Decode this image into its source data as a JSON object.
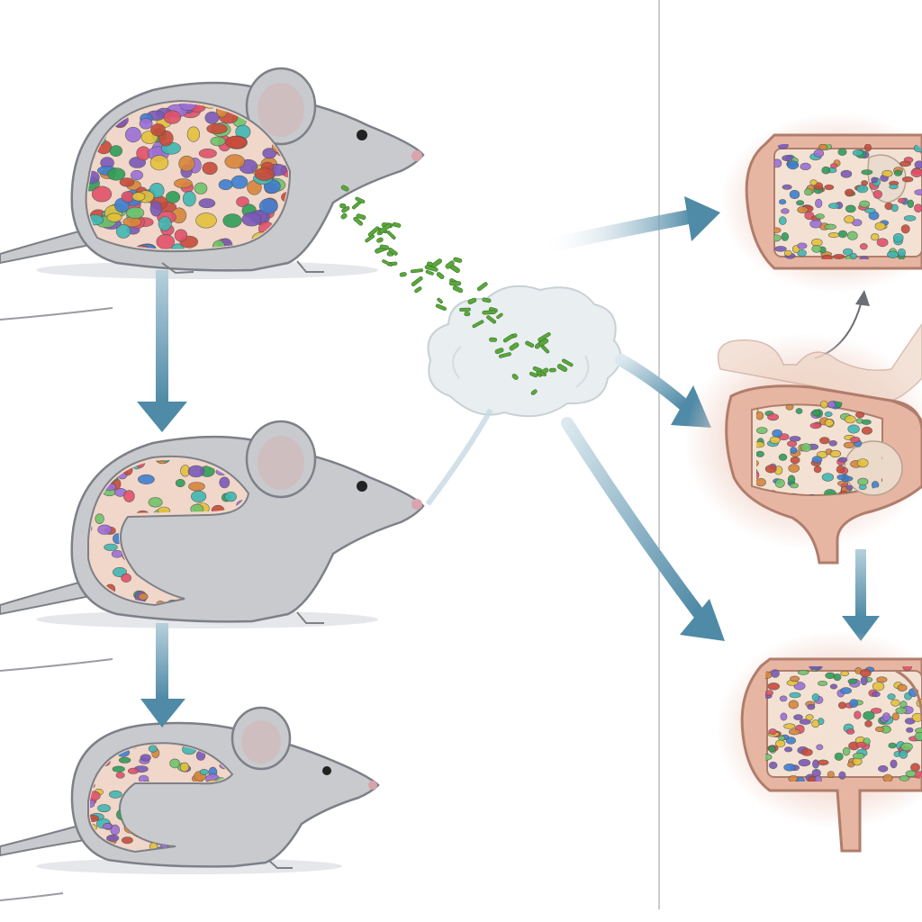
{
  "figure": {
    "mice": [
      {
        "id": "mouse-1",
        "gut_fill": "full"
      },
      {
        "id": "mouse-2",
        "gut_fill": "partial"
      },
      {
        "id": "mouse-3",
        "gut_fill": "partial"
      }
    ],
    "gut_sections": [
      {
        "id": "gut-section-1"
      },
      {
        "id": "gut-section-2"
      },
      {
        "id": "gut-section-3"
      }
    ],
    "icons": {
      "cloud": "cloud-icon",
      "bacteria": "bacteria-icon",
      "arrow": "arrow-icon"
    },
    "colors": {
      "arrow": "#4f8aa6",
      "mouse_body": "#c8cacd",
      "mouse_outline": "#7d8087",
      "gut_tissue": "#e7b6a2",
      "gut_outline": "#b07d6c",
      "bacteria_green": "#5aa83c",
      "divider": "#b9bcc2"
    },
    "microbe_palette": [
      "#7b59b8",
      "#2f9e57",
      "#e4c13b",
      "#3d7fd1",
      "#e2506a",
      "#40b7b3",
      "#9c6fd8",
      "#d8863a",
      "#6fc46a",
      "#c94b3a"
    ]
  }
}
